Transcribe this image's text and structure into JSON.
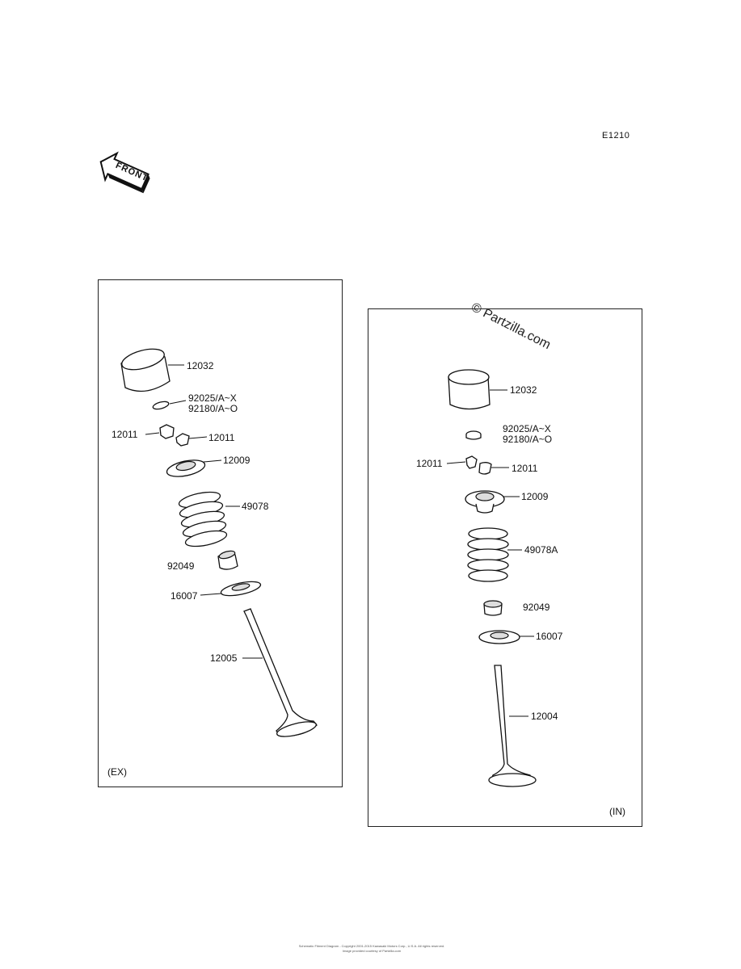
{
  "diagram_code": "E1210",
  "front_arrow_label": "FRONT",
  "watermark": "© Partzilla.com",
  "footer_line1": "Schematic Fitment Diagram - Copyright 2001-2015 Kawasaki Motors Corp., U.S.A. All rights reserved.",
  "footer_line2": "Image provided courtesy of Partzilla.com",
  "left_panel": {
    "tag": "(EX)",
    "labels": {
      "tappet": "12032",
      "shim_a": "92025/A~X",
      "shim_b": "92180/A~O",
      "cotter_l": "12011",
      "cotter_r": "12011",
      "retainer": "12009",
      "spring": "49078",
      "seal": "92049",
      "seat": "16007",
      "valve": "12005"
    }
  },
  "right_panel": {
    "tag": "(IN)",
    "labels": {
      "tappet": "12032",
      "shim_a": "92025/A~X",
      "shim_b": "92180/A~O",
      "cotter_l": "12011",
      "cotter_r": "12011",
      "retainer": "12009",
      "spring": "49078A",
      "seal": "92049",
      "seat": "16007",
      "valve": "12004"
    }
  }
}
